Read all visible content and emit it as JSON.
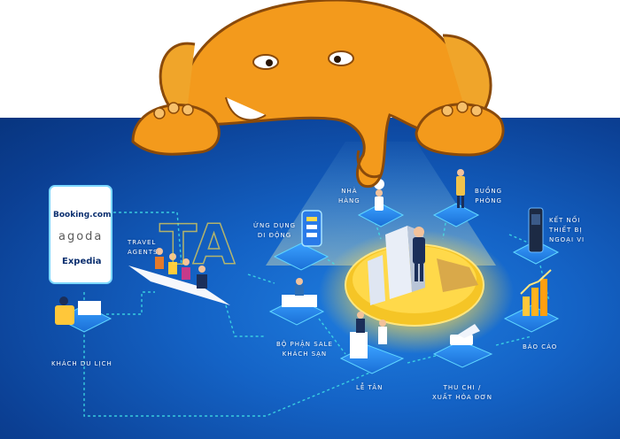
{
  "colors": {
    "elephant": "#f39a1c",
    "background": "#1463c6",
    "flow_line": "#3fe0e6",
    "glow": "#ffd94a"
  },
  "logos": {
    "booking": "Booking.com",
    "agoda": "agoda",
    "expedia": "Expedia"
  },
  "ta_letters": "TA",
  "nodes": {
    "restaurant": [
      "NHÀ",
      "HÀNG"
    ],
    "housekeeping": [
      "BUỒNG",
      "PHÒNG"
    ],
    "mobile_app": [
      "ỨNG DỤNG",
      "DI ĐỘNG"
    ],
    "peripherals": [
      "KẾT NỐI",
      "THIẾT BỊ",
      "NGOẠI VI"
    ],
    "travel_agents": [
      "TRAVEL",
      "AGENTS"
    ],
    "sales": [
      "BỘ PHẬN SALE",
      "KHÁCH SẠN"
    ],
    "reports": [
      "BÁO CÁO"
    ],
    "reception": [
      "LỄ TÂN"
    ],
    "billing": [
      "THU CHI /",
      "XUẤT HÓA ĐƠN"
    ],
    "traveler": [
      "KHÁCH DU LỊCH"
    ]
  }
}
